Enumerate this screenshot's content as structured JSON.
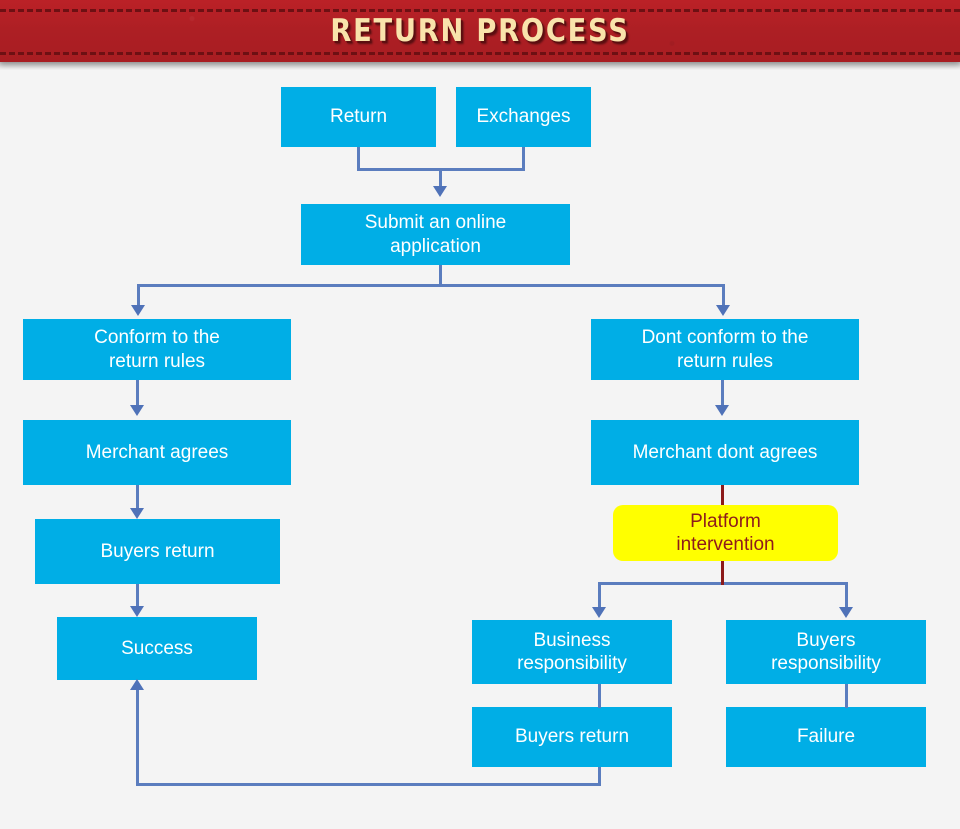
{
  "header": {
    "title": "RETURN PROCESS",
    "bg_color": "#b52025",
    "text_color": "#f9e3ab"
  },
  "canvas": {
    "bg_color": "#f4f4f4",
    "node_color": "#00aee6",
    "node_text_color": "#ffffff",
    "highlight_color": "#ffff00",
    "highlight_text_color": "#8e1b1b",
    "connector_color": "#5b7dbe",
    "connector_alt_color": "#8b1a1a"
  },
  "nodes": {
    "return": "Return",
    "exchanges": "Exchanges",
    "submit": "Submit an online\napplication",
    "submit_line1": "Submit an online",
    "submit_line2": "application",
    "conform_line1": "Conform to the",
    "conform_line2": "return rules",
    "merchant_agrees": "Merchant agrees",
    "buyers_return_left": "Buyers return",
    "success": "Success",
    "dont_conform_line1": "Dont conform to the",
    "dont_conform_line2": "return rules",
    "merchant_dont_agrees": "Merchant dont agrees",
    "platform_line1": "Platform",
    "platform_line2": "intervention",
    "business_resp_line1": "Business",
    "business_resp_line2": "responsibility",
    "buyers_return_right": "Buyers return",
    "buyers_resp_line1": "Buyers",
    "buyers_resp_line2": "responsibility",
    "failure": "Failure"
  }
}
